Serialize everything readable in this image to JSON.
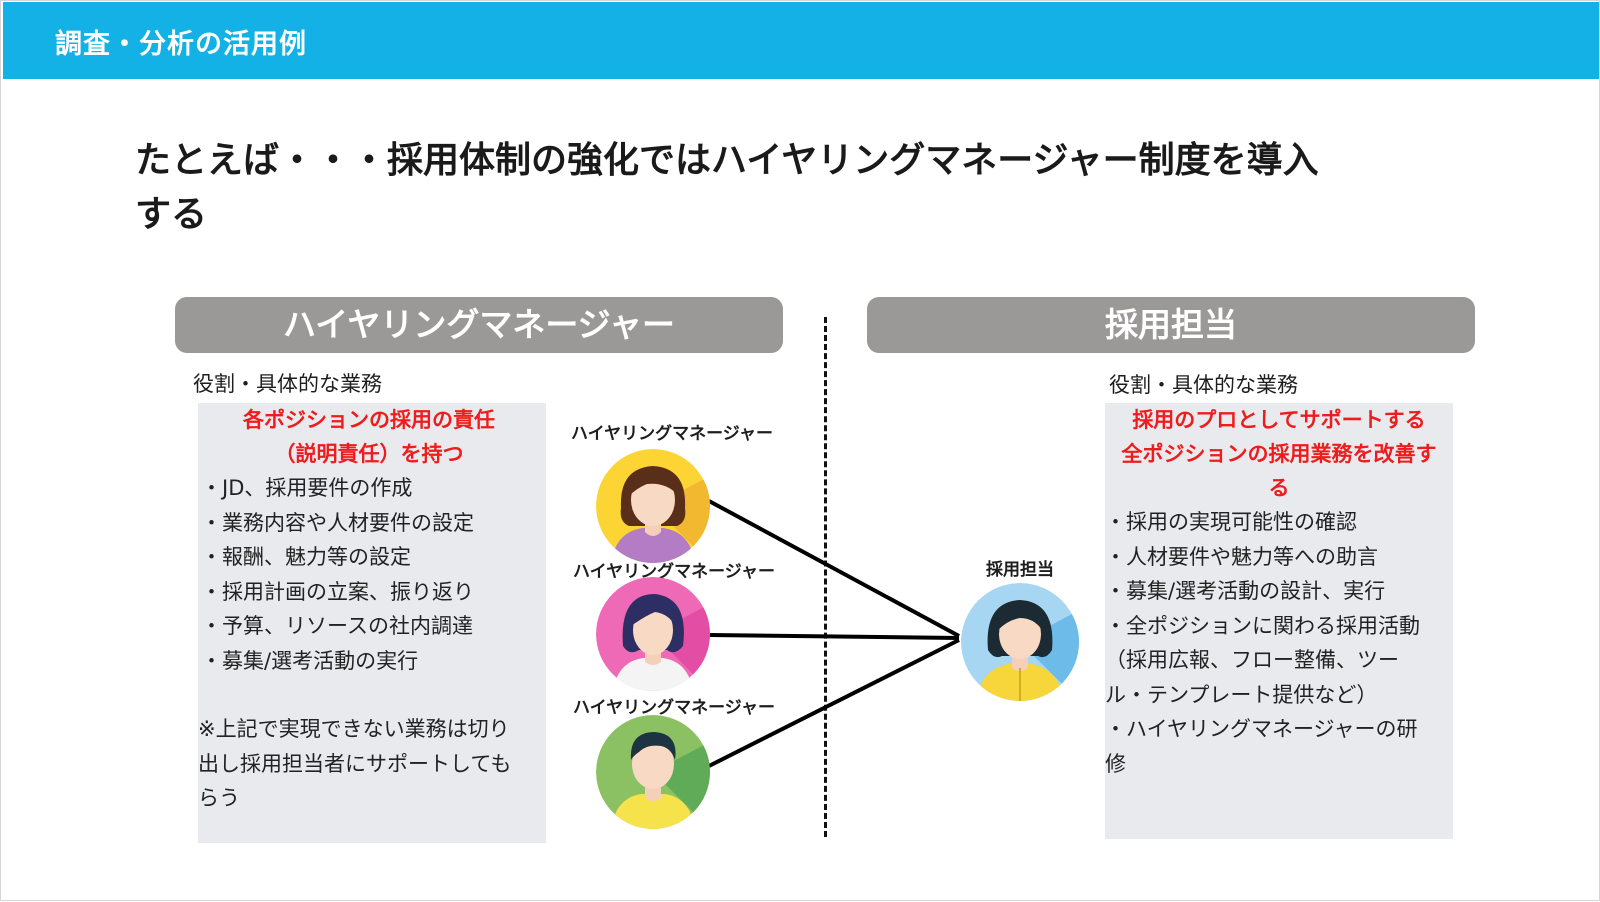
{
  "header": {
    "title": "調査・分析の活用例"
  },
  "headline": {
    "line1": "たとえば・・・採用体制の強化ではハイヤリングマネージャー制度を導入",
    "line2": "する"
  },
  "left": {
    "pill": "ハイヤリングマネージャー",
    "role_label": "役割・具体的な業務",
    "highlight": [
      "各ポジションの採用の責任",
      "（説明責任）を持つ"
    ],
    "items": [
      "・JD、採用要件の作成",
      "・業務内容や人材要件の設定",
      "・報酬、魅力等の設定",
      "・採用計画の立案、振り返り",
      "・予算、リソースの社内調達",
      "・募集/選考活動の実行"
    ],
    "note": [
      "※上記で実現できない業務は切り",
      "出し採用担当者にサポートしても",
      "らう"
    ]
  },
  "right": {
    "pill": "採用担当",
    "role_label": "役割・具体的な業務",
    "highlight": [
      "採用のプロとしてサポートする",
      "全ポジションの採用業務を改善す",
      "る"
    ],
    "items": [
      "・採用の実現可能性の確認",
      "・人材要件や魅力等への助言",
      "・募集/選考活動の設計、実行",
      "・全ポジションに関わる採用活動",
      "（採用広報、フロー整備、ツー",
      "ル・テンプレート提供など）",
      "・ハイヤリングマネージャーの研",
      "修"
    ]
  },
  "diagram": {
    "managers": [
      {
        "label": "ハイヤリングマネージャー",
        "bg": "#fcd535",
        "shade": "#f2b830",
        "shirt": "#b37cc4",
        "hair": "#5a2f1a"
      },
      {
        "label": "ハイヤリングマネージャー",
        "bg": "#ef6ab6",
        "shade": "#e34ea4",
        "shirt": "#f4f4f4",
        "hair": "#2c2e64"
      },
      {
        "label": "ハイヤリングマネージャー",
        "bg": "#8cc163",
        "shade": "#5fab57",
        "shirt": "#f6e24a",
        "hair": "#1d3540"
      }
    ],
    "recruiter": {
      "label": "採用担当",
      "bg": "#a6d6f2",
      "shade": "#6dbbe8",
      "shirt": "#f6d63a",
      "hair": "#1b2a33"
    }
  },
  "colors": {
    "header": "#14b1e7",
    "pill": "#9b9898",
    "box": "#e8eaee",
    "highlight": "#ee1c1c"
  }
}
